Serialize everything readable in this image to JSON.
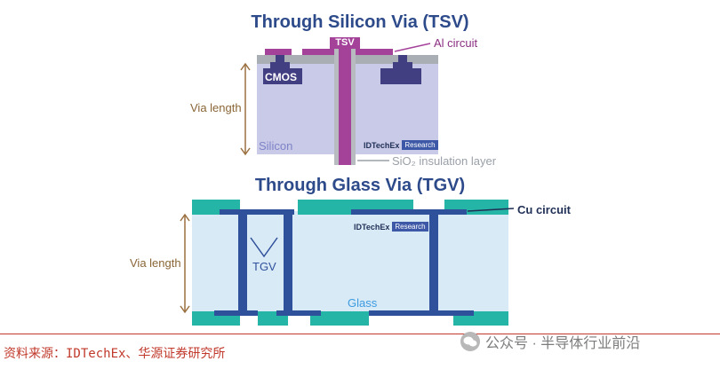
{
  "tsv": {
    "title": "Through Silicon Via (TSV)",
    "tsv_label": "TSV",
    "al_circuit": "Al circuit",
    "cmos": "CMOS",
    "via_length": "Via length",
    "silicon": "Silicon",
    "insulation": "SiO₂ insulation layer",
    "brand": "IDTechEx",
    "brand_tag": "Research"
  },
  "tgv": {
    "title": "Through Glass Via (TGV)",
    "cu_circuit": "Cu circuit",
    "via_length": "Via length",
    "tgv_label": "TGV",
    "glass": "Glass",
    "brand": "IDTechEx",
    "brand_tag": "Research"
  },
  "footer": {
    "source": "资料来源：IDTechEx、华源证券研究所",
    "watermark": "公众号 · 半导体行业前沿"
  },
  "colors": {
    "title": "#2d4a8a",
    "silicon_body": "#c9c9e8",
    "oxide": "#a9aeb5",
    "tsv_magenta": "#a4429a",
    "cmos_dark": "#423e82",
    "glass_body": "#d9eaf7",
    "cu_teal": "#25b5a6",
    "via_blue": "#2f509a",
    "dim_brown": "#9a7040",
    "source_red": "#c0392b"
  }
}
